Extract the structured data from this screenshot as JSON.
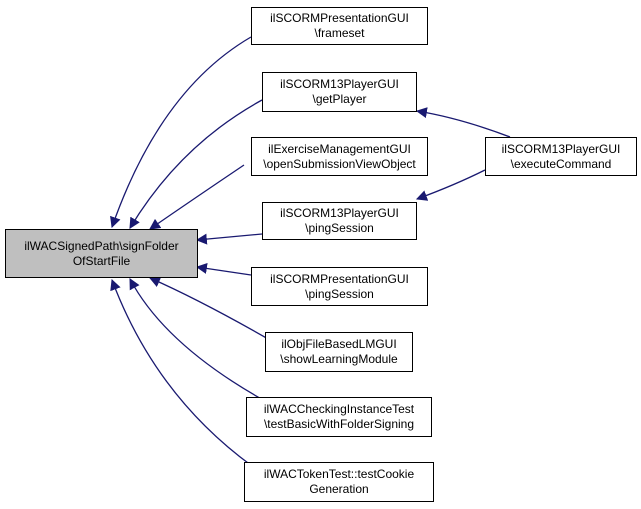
{
  "nodes": {
    "root": {
      "line1": "ilWACSignedPath\\signFolder",
      "line2": "OfStartFile"
    },
    "n1": {
      "line1": "ilSCORMPresentationGUI",
      "line2": "\\frameset"
    },
    "n2": {
      "line1": "ilSCORM13PlayerGUI",
      "line2": "\\getPlayer"
    },
    "n3": {
      "line1": "ilExerciseManagementGUI",
      "line2": "\\openSubmissionViewObject"
    },
    "n4": {
      "line1": "ilSCORM13PlayerGUI",
      "line2": "\\pingSession"
    },
    "n5": {
      "line1": "ilSCORMPresentationGUI",
      "line2": "\\pingSession"
    },
    "n6": {
      "line1": "ilObjFileBasedLMGUI",
      "line2": "\\showLearningModule"
    },
    "n7": {
      "line1": "ilWACCheckingInstanceTest",
      "line2": "\\testBasicWithFolderSigning"
    },
    "n8": {
      "line1": "ilWACTokenTest::testCookie",
      "line2": "Generation"
    },
    "n9": {
      "line1": "ilSCORM13PlayerGUI",
      "line2": "\\executeCommand"
    }
  },
  "edges": [
    {
      "from": "n1",
      "to": "root"
    },
    {
      "from": "n2",
      "to": "root"
    },
    {
      "from": "n3",
      "to": "root"
    },
    {
      "from": "n4",
      "to": "root"
    },
    {
      "from": "n5",
      "to": "root"
    },
    {
      "from": "n6",
      "to": "root"
    },
    {
      "from": "n7",
      "to": "root"
    },
    {
      "from": "n8",
      "to": "root"
    },
    {
      "from": "n9",
      "to": "n2"
    },
    {
      "from": "n9",
      "to": "n4"
    }
  ],
  "colors": {
    "edge": "#191970",
    "root_fill": "#bfbfbf",
    "node_fill": "#ffffff",
    "border": "#000000"
  }
}
